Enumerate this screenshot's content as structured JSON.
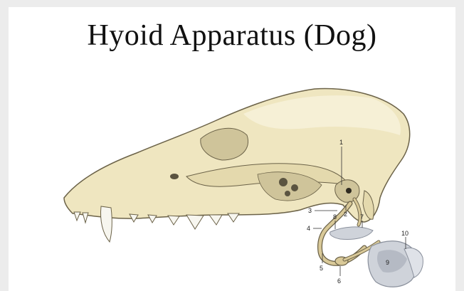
{
  "title": "Hyoid Apparatus (Dog)",
  "labels": [
    "1",
    "2",
    "3",
    "4",
    "5",
    "6",
    "7",
    "8",
    "9",
    "10"
  ],
  "colors": {
    "bone": "#efe6c0",
    "bone_shade": "#cfc49a",
    "outline": "#6b6248",
    "hyoid": "#d9c998",
    "larynx": "#cfd3da",
    "larynx_shade": "#a9afba",
    "background": "#ffffff",
    "frame": "#ececec"
  }
}
